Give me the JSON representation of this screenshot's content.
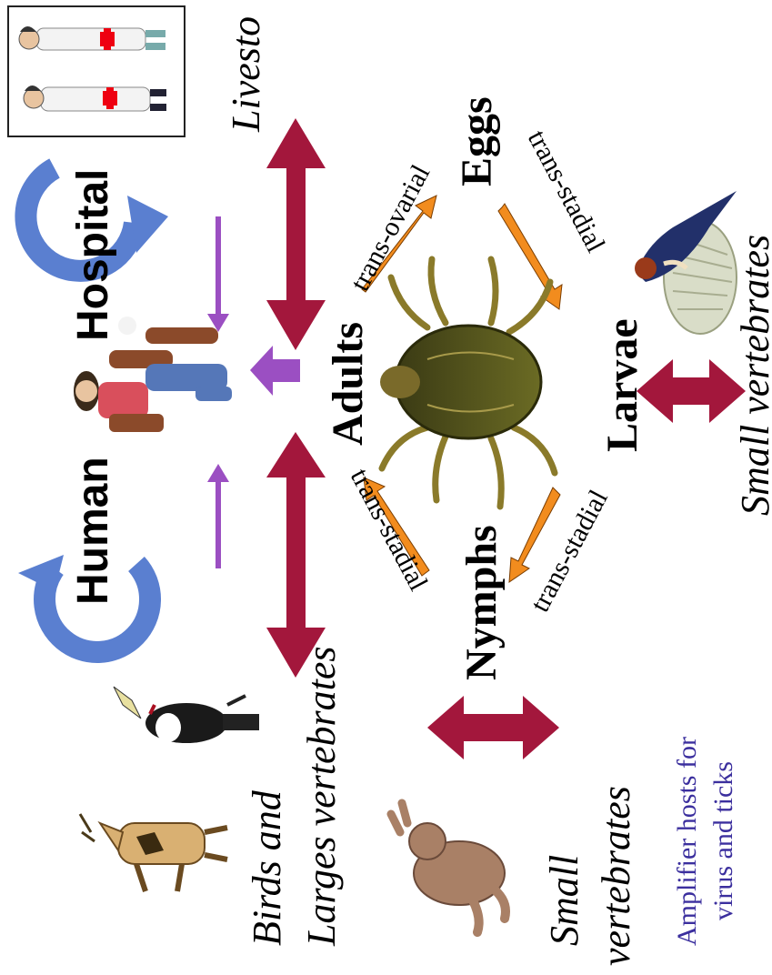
{
  "labels": {
    "human": "Human",
    "hospital": "Hospital",
    "livestock": "Livesto",
    "adults": "Adults",
    "eggs": "Eggs",
    "larvae": "Larvae",
    "nymphs": "Nymphs",
    "small_vertebrates_right": "Small vertebrates",
    "birds_and": "Birds and",
    "larges_vertebrates": "Larges vertebrates",
    "small_line1": "Small",
    "small_line2": "vertebrates",
    "amplifier_line1": "Amplifier hosts for",
    "amplifier_line2": "virus and ticks"
  },
  "transitions": {
    "trans_ovarial": "trans-ovarial",
    "trans_stadial_eggs_larvae": "trans-stadial",
    "trans_stadial_larvae_nymphs": "trans-stadial",
    "trans_stadial_nymphs_adults": "trans-stadial"
  },
  "colors": {
    "host_arrow": "#a3173c",
    "stage_arrow": "#f28c1e",
    "purple_arrow": "#9b4fc2",
    "cycle_arrow": "#5a7fd0",
    "amplifier_text": "#3b2f9e",
    "text": "#000000"
  },
  "icons": [
    "doctors-icon",
    "farmer-calf-icon",
    "tick-icon",
    "swallow-nest-icon",
    "hornbill-icon",
    "antelope-icon",
    "hare-icon"
  ]
}
